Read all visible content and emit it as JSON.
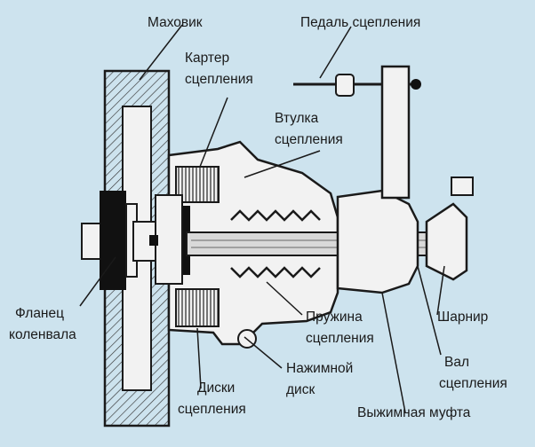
{
  "colors": {
    "background": "#cde3ee",
    "metal": "#f2f2f2",
    "outline": "#1a1a1a",
    "hatch": "#333333",
    "shaft": "#d9d9d9"
  },
  "labels": {
    "flywheel": "Маховик",
    "clutch_pedal": "Педаль сцепления",
    "housing_l1": "Картер",
    "housing_l2": "сцепления",
    "bushing_l1": "Втулка",
    "bushing_l2": "сцепления",
    "flange_l1": "Фланец",
    "flange_l2": "коленвала",
    "spring_l1": "Пружина",
    "spring_l2": "сцепления",
    "hinge": "Шарнир",
    "pressure_l1": "Нажимной",
    "pressure_l2": "диск",
    "shaft_l1": "Вал",
    "shaft_l2": "сцепления",
    "discs_l1": "Диски",
    "discs_l2": "сцепления",
    "release": "Выжимная муфта"
  }
}
